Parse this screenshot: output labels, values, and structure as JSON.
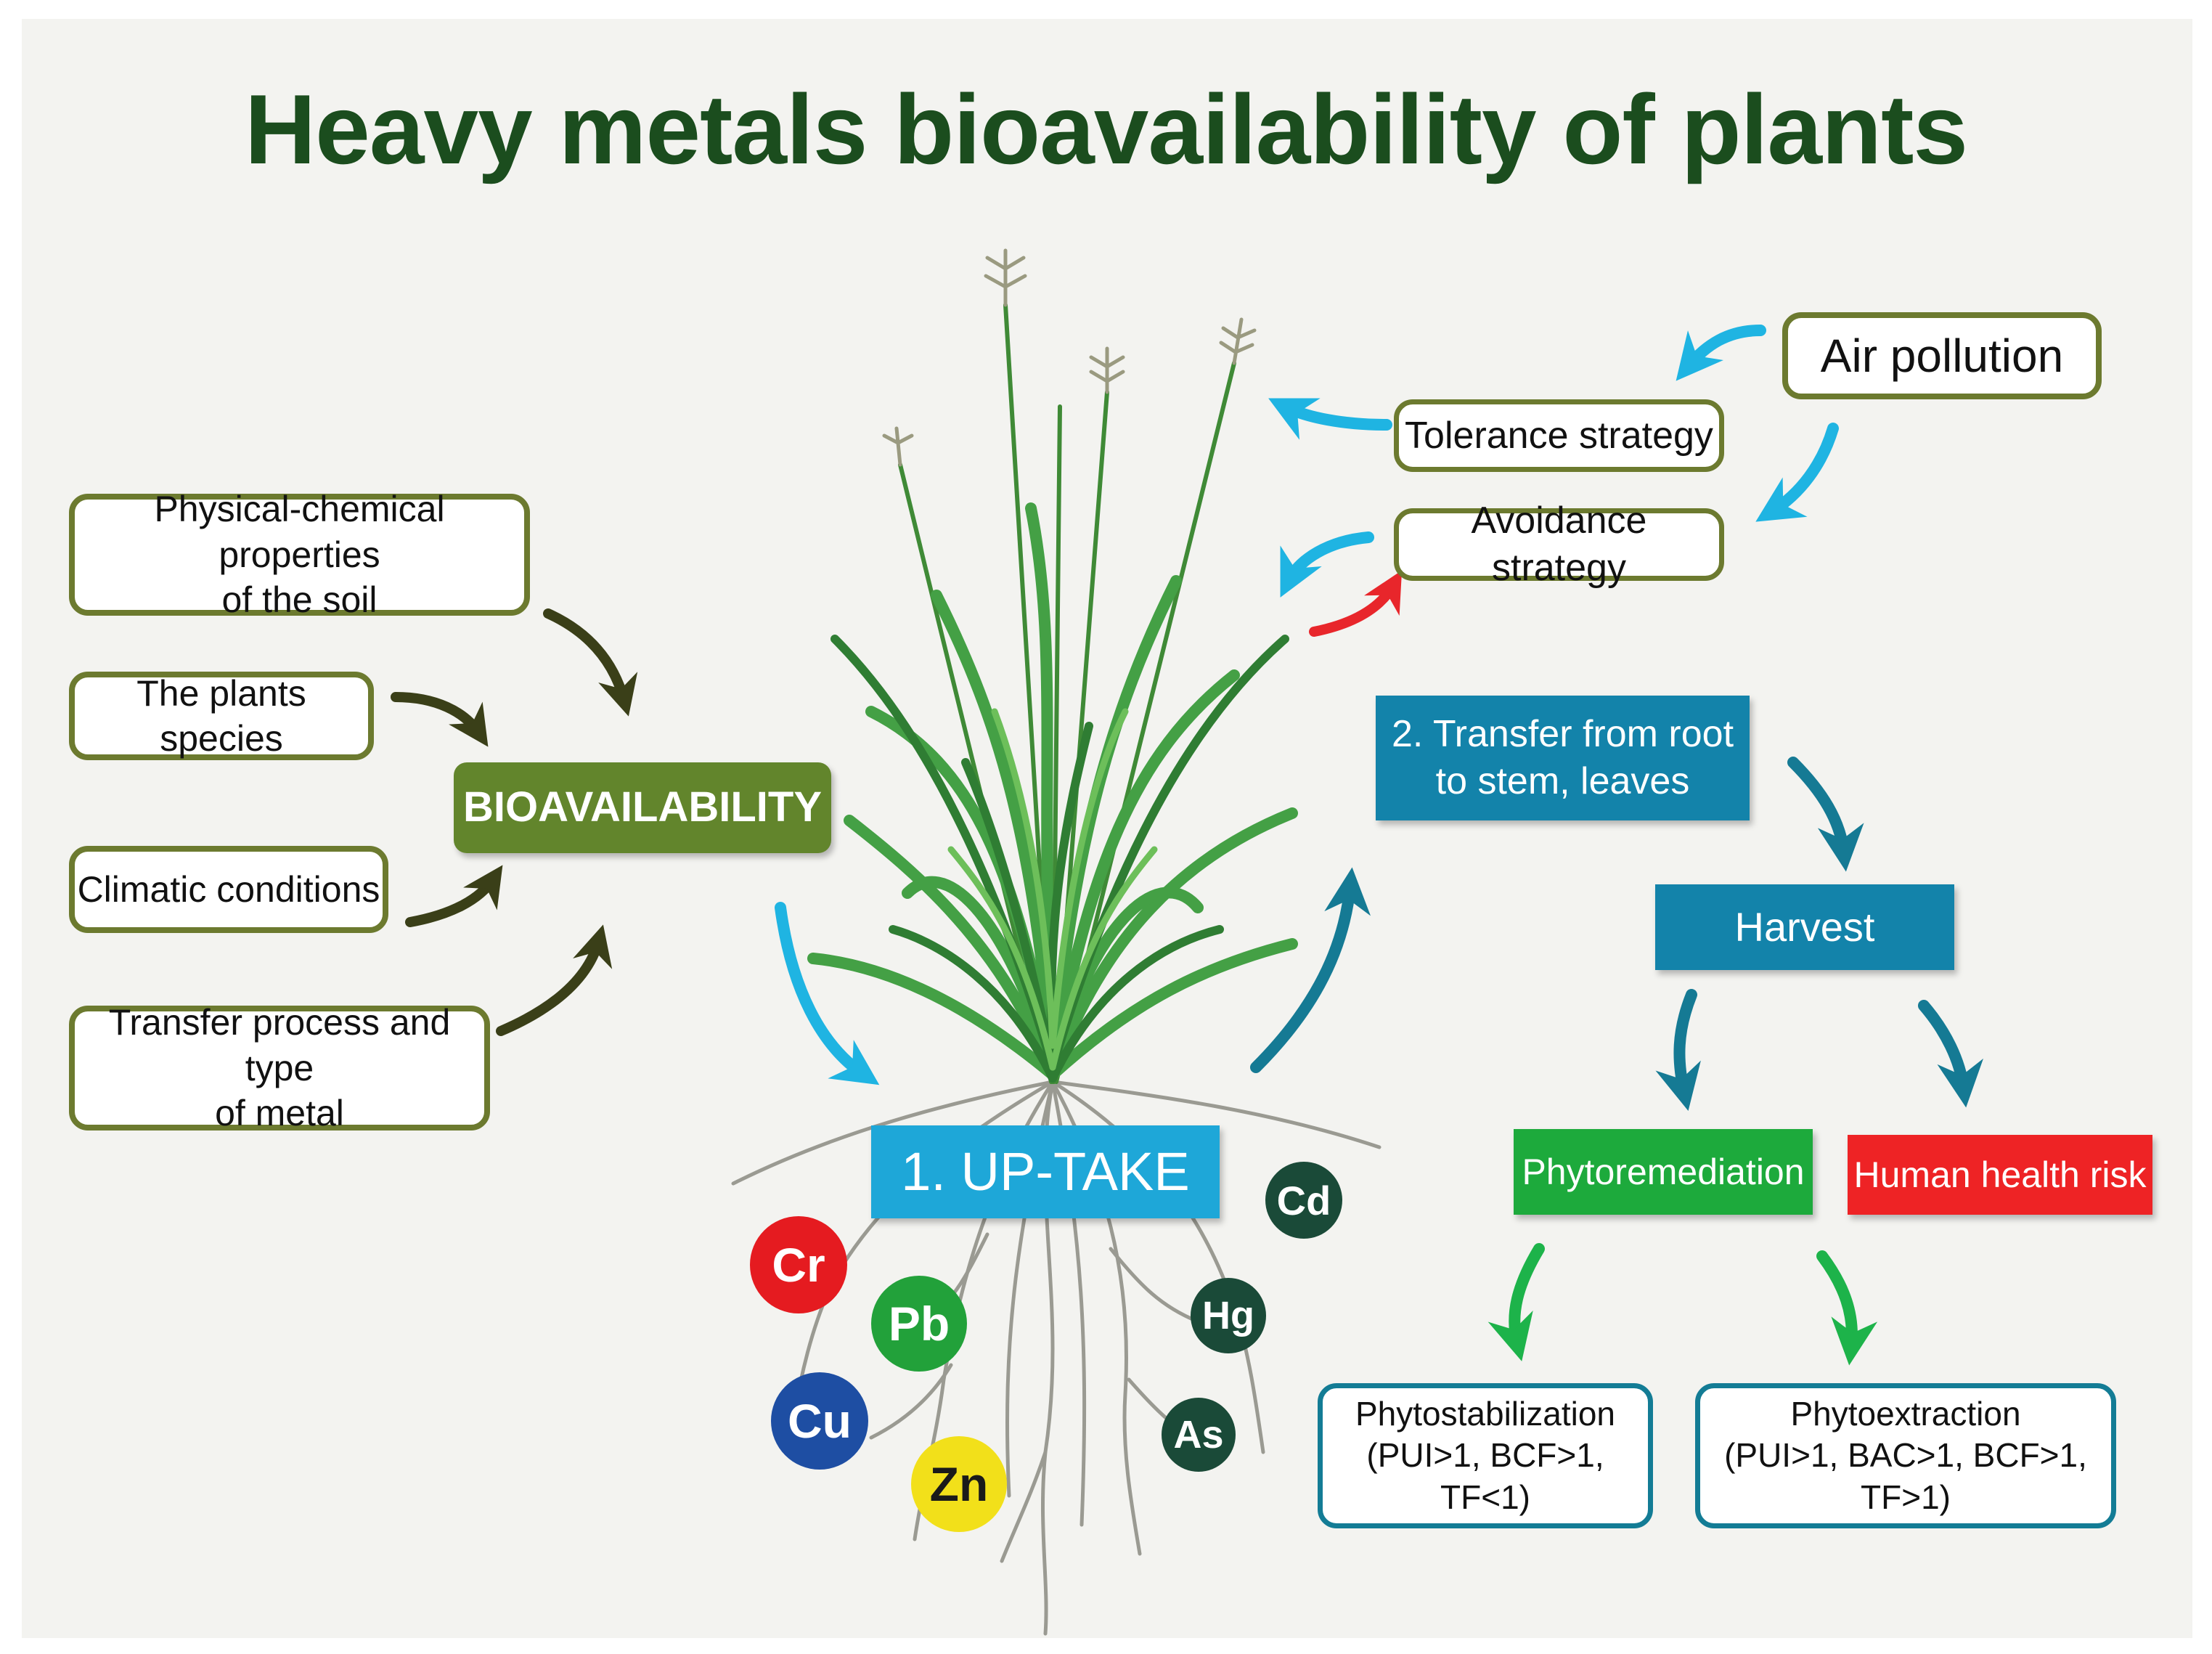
{
  "title": "Heavy metals bioavailability of plants",
  "factors": {
    "soil": [
      "Physical-chemical properties",
      "of the soil"
    ],
    "species": "The plants species",
    "climate": "Climatic conditions",
    "transfer": [
      "Transfer process and type",
      "of metal"
    ]
  },
  "bioavailability": "BIOAVAILABILITY",
  "uptake": "1. UP-TAKE",
  "transfer_root": [
    "2. Transfer from root",
    "to stem, leaves"
  ],
  "harvest": "Harvest",
  "phytoremediation": "Phytoremediation",
  "human_risk": "Human health risk",
  "phytostabilization": [
    "Phytostabilization",
    "(PUI>1, BCF>1, TF<1)"
  ],
  "phytoextraction": [
    "Phytoextraction",
    "(PUI>1, BAC>1, BCF>1, TF>1)"
  ],
  "air_pollution": "Air pollution",
  "tolerance": "Tolerance strategy",
  "avoidance": "Avoidance strategy",
  "metals": [
    "Cr",
    "Pb",
    "Cu",
    "Zn",
    "Cd",
    "Hg",
    "As"
  ],
  "colors": {
    "title": "#1b4d1e",
    "olive_border": "#6c7a2f",
    "bioavailability_fill": "#62852c",
    "uptake_fill": "#1ea7d8",
    "teal_fill": "#1383aa",
    "phytoremediation_fill": "#1daa3c",
    "human_risk_fill": "#ee2325",
    "cyan_arrow": "#1fb4e2",
    "red_arrow": "#e8262b",
    "green_arrow": "#1db34a",
    "dark_arrow": "#3a3f18",
    "cr": "#e51b20",
    "pb": "#22a13a",
    "cu": "#1e4ea3",
    "zn": "#f2e01a",
    "dark_metal": "#1a4a38"
  }
}
